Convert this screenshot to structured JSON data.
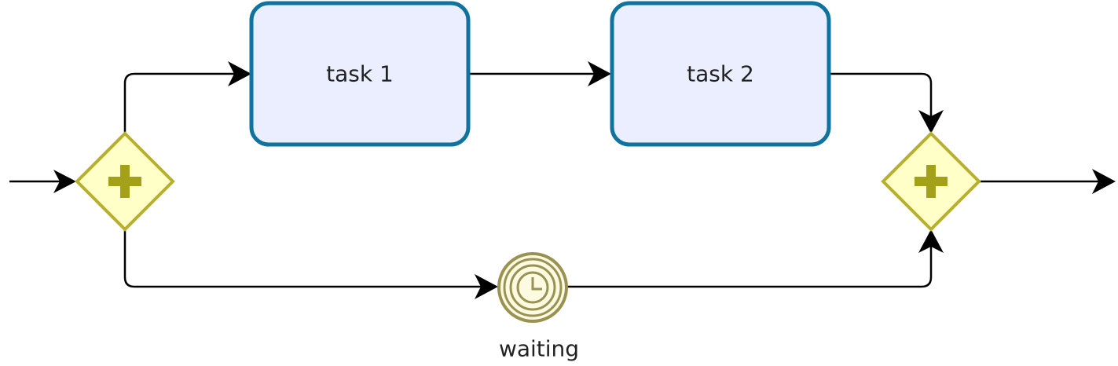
{
  "diagram": {
    "tasks": [
      {
        "id": "task-1",
        "label": "task 1"
      },
      {
        "id": "task-2",
        "label": "task 2"
      }
    ],
    "gateways": [
      {
        "id": "split",
        "type": "parallel"
      },
      {
        "id": "join",
        "type": "parallel"
      }
    ],
    "events": [
      {
        "id": "waiting",
        "type": "intermediate-timer",
        "label": "waiting"
      }
    ],
    "flows": [
      {
        "from": "start",
        "to": "split"
      },
      {
        "from": "split",
        "to": "task-1"
      },
      {
        "from": "task-1",
        "to": "task-2"
      },
      {
        "from": "task-2",
        "to": "join"
      },
      {
        "from": "split",
        "to": "waiting"
      },
      {
        "from": "waiting",
        "to": "join"
      },
      {
        "from": "join",
        "to": "end"
      }
    ],
    "colors": {
      "task_fill": "#ebeefe",
      "task_stroke": "#10739e",
      "gateway_fill": "#ffffc8",
      "gateway_stroke": "#b6b02e",
      "gateway_marker": "#a3a019",
      "timer_fill": "#fcfae0",
      "timer_stroke": "#9a9253",
      "flow_line": "#000000"
    }
  }
}
